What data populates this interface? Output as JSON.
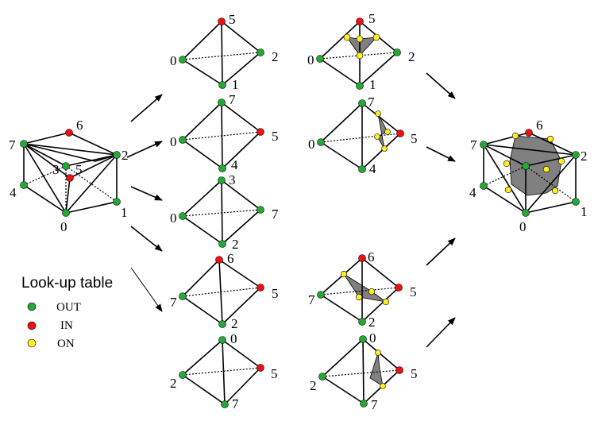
{
  "legend": {
    "title": "Look-up table",
    "items": [
      {
        "label": "OUT",
        "color": "#22aa33"
      },
      {
        "label": "IN",
        "color": "#ee1111"
      },
      {
        "label": "ON",
        "color": "#ffee22"
      }
    ]
  },
  "colors": {
    "out": "#22aa33",
    "in": "#ee1111",
    "on": "#ffee22",
    "surface": "#808080",
    "line": "#000000"
  },
  "cube_left": {
    "labels": [
      "6",
      "7",
      "2",
      "3",
      "5",
      "4",
      "1",
      "0"
    ]
  },
  "tetrahedra": [
    {
      "labels": [
        "5",
        "0",
        "2",
        "1"
      ]
    },
    {
      "labels": [
        "7",
        "0",
        "5",
        "4"
      ]
    },
    {
      "labels": [
        "3",
        "0",
        "7",
        "2"
      ]
    },
    {
      "labels": [
        "6",
        "7",
        "5",
        "2"
      ]
    },
    {
      "labels": [
        "0",
        "2",
        "5",
        "7"
      ]
    }
  ],
  "tetra_results": [
    {
      "labels": [
        "5",
        "0",
        "2",
        "1"
      ]
    },
    {
      "labels": [
        "7",
        "0",
        "5",
        "4"
      ]
    },
    {
      "labels": [
        "6",
        "7",
        "5",
        "2"
      ]
    },
    {
      "labels": [
        "0",
        "2",
        "5",
        "7"
      ]
    }
  ],
  "cube_right": {
    "labels": [
      "6",
      "7",
      "2",
      "4",
      "1",
      "0"
    ]
  }
}
